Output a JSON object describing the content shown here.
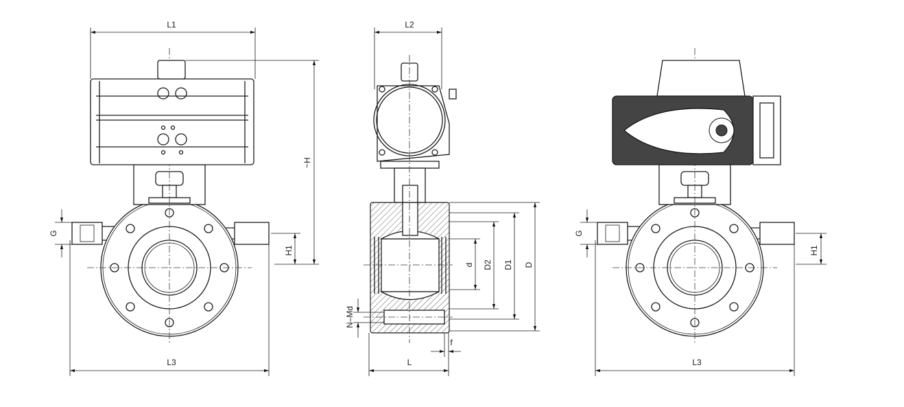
{
  "title": "Flanged ball valve with pneumatic and electric actuator - dimension drawing",
  "views": {
    "pneumatic_front": {
      "labels": {
        "L1": "L1",
        "H": "~H",
        "G": "G",
        "H1": "H1",
        "L3": "L3"
      }
    },
    "section_side": {
      "labels": {
        "L2": "L2",
        "d": "d",
        "D2": "D2",
        "D1": "D1",
        "D": "D",
        "NMd": "N–Md",
        "L": "L",
        "f": "f"
      }
    },
    "electric_front": {
      "labels": {
        "G": "G",
        "H1": "H1",
        "L3": "L3"
      }
    }
  }
}
